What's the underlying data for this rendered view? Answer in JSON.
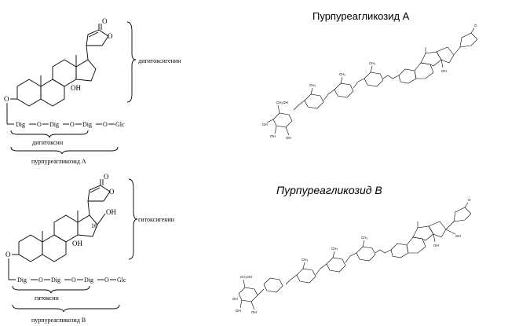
{
  "top_left": {
    "aglycone_label": "дигитоксигенин",
    "chain": [
      "Dig",
      "O",
      "Dig",
      "O",
      "Dig",
      "O",
      "Glc"
    ],
    "oxygen_label": "O",
    "hydroxyl_label": "OH",
    "brace_lower_label": "дигитоксин",
    "brace_outer_label": "пурпуреагликозид А"
  },
  "bottom_left": {
    "aglycone_label": "гитоксигенин",
    "chain": [
      "Dig",
      "O",
      "Dig",
      "O",
      "Dig",
      "O",
      "Glc"
    ],
    "oxygen_label": "O",
    "hydroxyl_label": "OH",
    "position_label": "16",
    "oh16_label": "OH",
    "brace_lower_label": "гитоксин",
    "brace_outer_label": "пурпуреагликозид В"
  },
  "top_right": {
    "title": "Пурпуреагликозид А",
    "ch2oh": "CH₂OH",
    "oh": "OH",
    "o": "O",
    "ch3": "CH₃"
  },
  "bottom_right": {
    "title": "Пурпуреагликозид В",
    "ch2oh": "CH₂OH",
    "oh": "OH",
    "o": "O",
    "ch3": "CH₃"
  }
}
